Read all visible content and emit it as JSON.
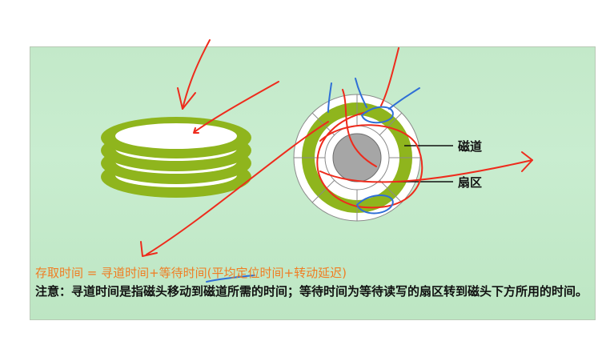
{
  "diagram": {
    "label_track": "磁道",
    "label_sector": "扇区"
  },
  "text": {
    "formula": "存取时间 = 寻道时间+等待时间(平均定位时间+转动延迟)",
    "note": "注意：寻道时间是指磁头移动到磁道所需的时间；等待时间为等待读写的扇区转到磁头下方所用的时间。"
  },
  "colors": {
    "slide_background": "#c6ecce",
    "platter_green": "#8fb51d",
    "hub_gray": "#a6a6a6",
    "formula_orange": "#f07d23",
    "ink_red": "#ee2b1c",
    "ink_blue": "#2f6fd6"
  }
}
